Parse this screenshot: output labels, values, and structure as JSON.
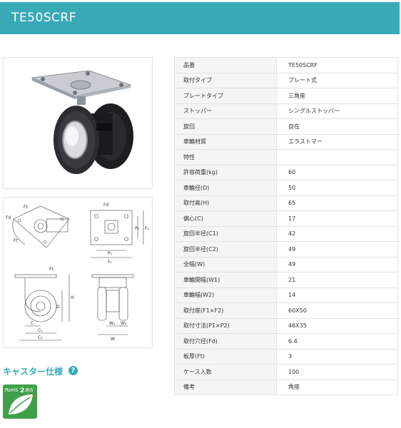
{
  "header": {
    "title": "TE50SCRF"
  },
  "spec_rows": [
    {
      "label": "品番",
      "value": "TE50SCRF"
    },
    {
      "label": "取付タイプ",
      "value": "プレート式"
    },
    {
      "label": "プレートタイプ",
      "value": "三角座"
    },
    {
      "label": "ストッパー",
      "value": "シングルストッパー"
    },
    {
      "label": "旋回",
      "value": "自在"
    },
    {
      "label": "車輪材質",
      "value": "エラストマー"
    },
    {
      "label": "特性",
      "value": ""
    },
    {
      "label": "許容荷重(kg)",
      "value": "60"
    },
    {
      "label": "車輪径(D)",
      "value": "50"
    },
    {
      "label": "取付高(H)",
      "value": "65"
    },
    {
      "label": "偏心(C)",
      "value": "17"
    },
    {
      "label": "旋回半径(C1)",
      "value": "42"
    },
    {
      "label": "旋回半径(C2)",
      "value": "49"
    },
    {
      "label": "全幅(W)",
      "value": "49"
    },
    {
      "label": "車輪間幅(W1)",
      "value": "21"
    },
    {
      "label": "車輪幅(W2)",
      "value": "14"
    },
    {
      "label": "取付座(F1×F2)",
      "value": "60X50"
    },
    {
      "label": "取付寸法(P1×P2)",
      "value": "46X35"
    },
    {
      "label": "取付穴径(Fd)",
      "value": "6.4"
    },
    {
      "label": "板厚(Ft)",
      "value": "3"
    },
    {
      "label": "ケース入数",
      "value": "100"
    },
    {
      "label": "備考",
      "value": "角座"
    }
  ],
  "section": {
    "title": "キャスター仕様",
    "help_icon": "?"
  },
  "rohs": {
    "text": "RoHS",
    "num": "2",
    "suffix": "適合"
  },
  "drawing_labels": {
    "fd": "Fd",
    "ft": "Ft",
    "p1": "P₁",
    "p2": "P₂",
    "f1": "F₁",
    "f2": "F₂",
    "h": "H",
    "d": "D",
    "c": "C",
    "c1": "C₁",
    "c2": "C₂",
    "w": "W",
    "w1": "W₁",
    "w2": "W₂"
  },
  "colors": {
    "header": "#3aa9b7",
    "accent": "#3aa9b7",
    "rohs": "#3f9f4a"
  }
}
